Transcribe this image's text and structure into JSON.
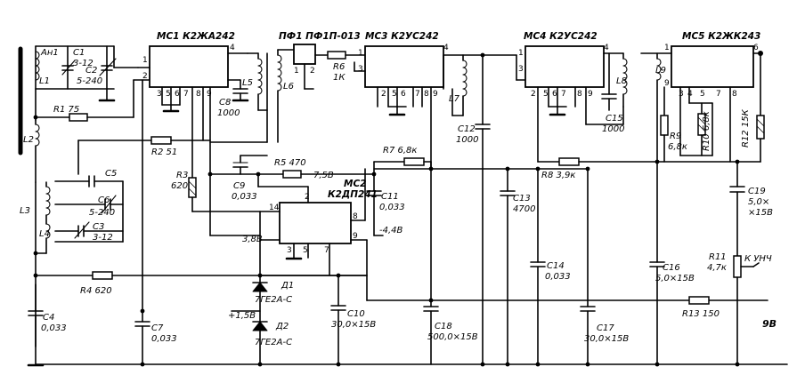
{
  "ics": {
    "mc1": "МС1 К2ЖА242",
    "mc2_a": "МС2",
    "mc2_b": "К2ДП241",
    "mc3": "МС3 К2УС242",
    "mc4": "МС4 К2УС242",
    "mc5": "МС5 К2ЖК243"
  },
  "filter": {
    "pf": "ПФ1 ПФ1П-013"
  },
  "antenna": {
    "wa": "Ан1",
    "l1": "L1"
  },
  "resistors": {
    "r1": "R1 75",
    "r2": "R2 51",
    "r3a": "R3",
    "r3b": "620",
    "r4": "R4 620",
    "r5": "R5 470",
    "r6a": "R6",
    "r6b": "1К",
    "r7": "R7 6,8к",
    "r8": "R8 3,9к",
    "r9a": "R9",
    "r9b": "6,8к",
    "r10": "R10 6,8к",
    "r11a": "R11",
    "r11b": "4,7к",
    "r12": "R12 15К",
    "r13": "R13 150"
  },
  "capacitors": {
    "c1a": "C1",
    "c1b": "3-12",
    "c2a": "C2",
    "c2b": "5-240",
    "c3a": "C3",
    "c3b": "3-12",
    "c4a": "C4",
    "c4b": "0,033",
    "c5": "C5",
    "c6a": "C6",
    "c6b": "5-240",
    "c7a": "C7",
    "c7b": "0,033",
    "c8a": "C8",
    "c8b": "1000",
    "c9a": "C9",
    "c9b": "0,033",
    "c10a": "C10",
    "c10b": "30,0×15В",
    "c11a": "C11",
    "c11b": "0,033",
    "c12a": "C12",
    "c12b": "1000",
    "c13a": "C13",
    "c13b": "4700",
    "c14a": "C14",
    "c14b": "0,033",
    "c15a": "C15",
    "c15b": "1000",
    "c16a": "C16",
    "c16b": "5,0×15В",
    "c17a": "C17",
    "c17b": "30,0×15В",
    "c18a": "C18",
    "c18b": "500,0×15В",
    "c19a": "C19",
    "c19b": "5,0×",
    "c19c": "×15В"
  },
  "inductors": {
    "l2": "L2",
    "l3": "L3",
    "l4": "L4",
    "l5": "L5",
    "l6": "L6",
    "l7": "L7",
    "l8": "L8",
    "l9": "L9"
  },
  "diodes": {
    "d1a": "Д1",
    "d1b": "7ГЕ2А-С",
    "d2a": "Д2",
    "d2b": "7ГЕ2А-С"
  },
  "voltages": {
    "v75": "7,5В",
    "v38": "3,8В",
    "v15": "+1,5В",
    "v44": "-4,4В",
    "v9": "9В"
  },
  "output": {
    "to_amp": "К УНЧ"
  },
  "pins": {
    "n1": "1",
    "n2": "2",
    "n3": "3",
    "n4": "4",
    "n5": "5",
    "n6": "6",
    "n7": "7",
    "n8": "8",
    "n9": "9",
    "n14": "14"
  }
}
